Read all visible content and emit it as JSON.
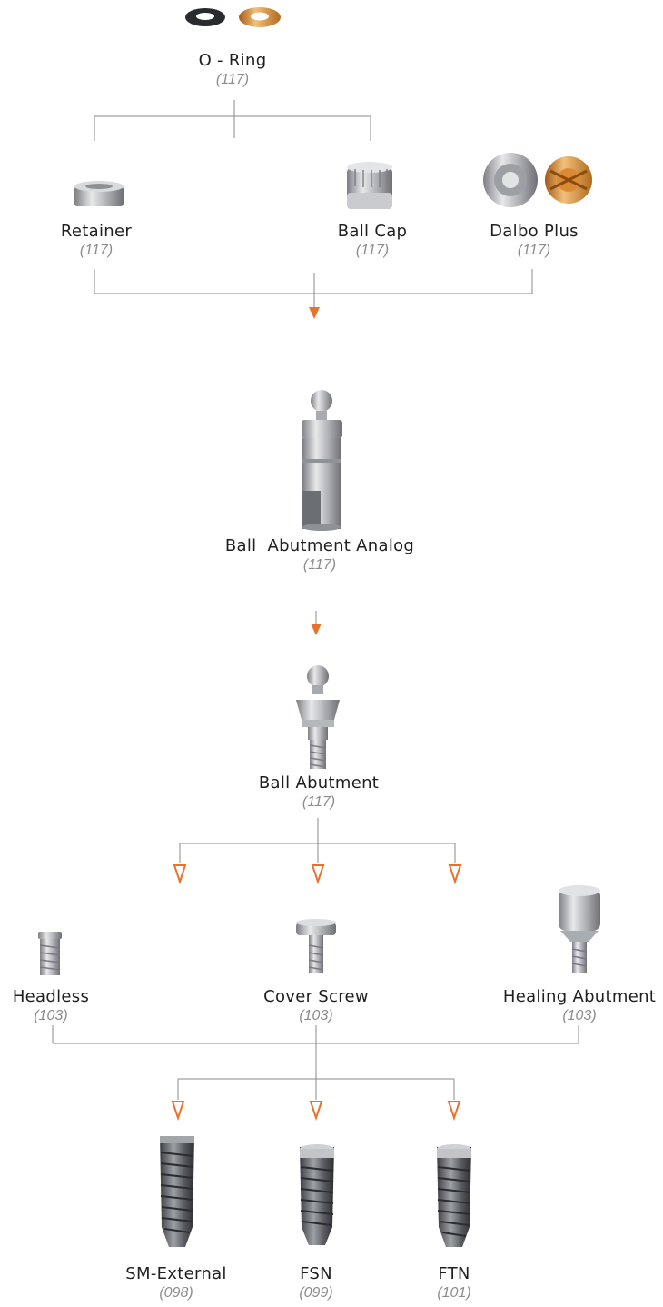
{
  "nodes": {
    "o_ring": {
      "name": "O - Ring",
      "page": "(117)"
    },
    "retainer": {
      "name": "Retainer",
      "page": "(117)"
    },
    "ball_cap": {
      "name": "Ball Cap",
      "page": "(117)"
    },
    "dalbo_plus": {
      "name": "Dalbo Plus",
      "page": "(117)"
    },
    "ball_abutment_analog": {
      "name": "Ball  Abutment Analog",
      "page": "(117)"
    },
    "ball_abutment": {
      "name": "Ball Abutment",
      "page": "(117)"
    },
    "headless": {
      "name": "Headless",
      "page": "(103)"
    },
    "cover_screw": {
      "name": "Cover Screw",
      "page": "(103)"
    },
    "healing_abutment": {
      "name": "Healing Abutment",
      "page": "(103)"
    },
    "sm_external": {
      "name": "SM-External",
      "page": "(098)"
    },
    "fsn": {
      "name": "FSN",
      "page": "(099)"
    },
    "ftn": {
      "name": "FTN",
      "page": "(101)"
    }
  },
  "colors": {
    "arrow": "#e8722c",
    "line": "#8a8a8a"
  }
}
